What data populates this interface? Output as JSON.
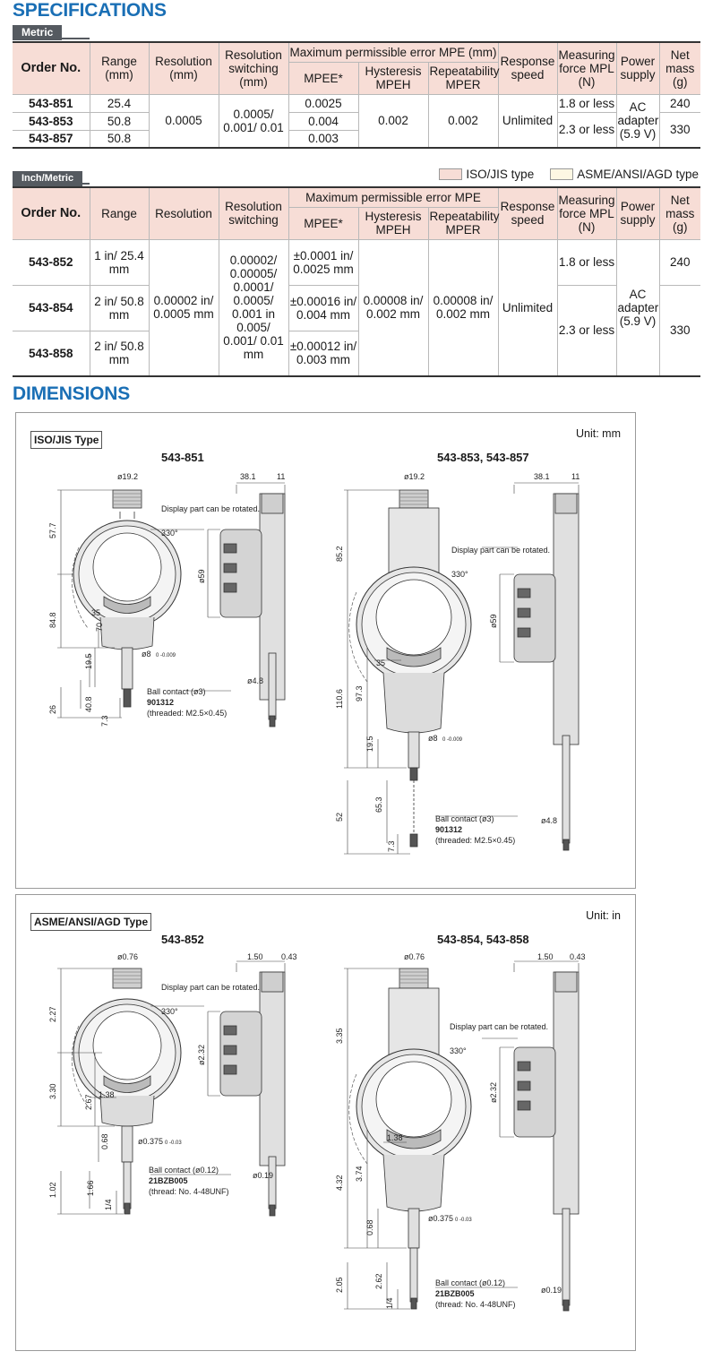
{
  "headings": {
    "specifications": "SPECIFICATIONS",
    "dimensions": "DIMENSIONS"
  },
  "tags": {
    "metric": "Metric",
    "inch_metric": "Inch/Metric"
  },
  "legend": {
    "iso": "ISO/JIS type",
    "asme": "ASME/ANSI/AGD type",
    "iso_color": "#f7ddd6",
    "asme_color": "#fdf7e3"
  },
  "table_headers": {
    "order_no": "Order No.",
    "range_mm": "Range (mm)",
    "range": "Range",
    "resolution_mm": "Resolution (mm)",
    "resolution": "Resolution",
    "res_switch_mm": "Resolution switching (mm)",
    "res_switch": "Resolution switching",
    "mpe_mm": "Maximum permissible error MPE (mm)",
    "mpe": "Maximum permissible error MPE",
    "mpee": "MPEE*",
    "hysteresis": "Hysteresis MPEH",
    "repeatability": "Repeatability MPER",
    "response": "Response speed",
    "force": "Measuring force MPL (N)",
    "power": "Power supply",
    "mass": "Net mass (g)"
  },
  "metric_rows": [
    {
      "order": "543-851",
      "range": "25.4",
      "mpee": "0.0025",
      "force": "1.8 or less",
      "mass": "240"
    },
    {
      "order": "543-853",
      "range": "50.8",
      "mpee": "0.004"
    },
    {
      "order": "543-857",
      "range": "50.8",
      "mpee": "0.003"
    }
  ],
  "metric_shared": {
    "resolution": "0.0005",
    "res_switch": "0.0005/ 0.001/ 0.01",
    "hysteresis": "0.002",
    "repeatability": "0.002",
    "response": "Unlimited",
    "force_2": "2.3 or less",
    "power": "AC adapter (5.9 V)",
    "mass_2": "330"
  },
  "inch_rows": [
    {
      "order": "543-852",
      "range": "1 in/ 25.4 mm",
      "mpee": "±0.0001 in/ 0.0025 mm",
      "force": "1.8 or less",
      "mass": "240"
    },
    {
      "order": "543-854",
      "range": "2 in/ 50.8 mm",
      "mpee": "±0.00016 in/ 0.004 mm"
    },
    {
      "order": "543-858",
      "range": "2 in/ 50.8 mm",
      "mpee": "±0.00012 in/ 0.003 mm"
    }
  ],
  "inch_shared": {
    "resolution": "0.00002 in/ 0.0005 mm",
    "res_switch": "0.00002/ 0.00005/ 0.0001/ 0.0005/ 0.001 in 0.005/ 0.001/ 0.01 mm",
    "hysteresis": "0.00008 in/ 0.002 mm",
    "repeatability": "0.00008 in/ 0.002 mm",
    "response": "Unlimited",
    "force_2": "2.3 or less",
    "power": "AC adapter (5.9 V)",
    "mass_2": "330"
  },
  "panels": {
    "iso": {
      "type_label": "ISO/JIS Type",
      "unit": "Unit: mm",
      "model_a": "543-851",
      "model_b": "543-853, 543-857",
      "dim_a": {
        "top_dia": "ø19.2",
        "h_top": "57.7",
        "h_total": "84.8",
        "dial_r": "70",
        "dia_35": "35",
        "h_19": "19.5",
        "stem": "ø8",
        "stem_tol": "0 -0.009",
        "h_40": "40.8",
        "h_26": "26",
        "h_7": "7.3",
        "side_w": "38.1",
        "side_t": "11",
        "side_dia": "ø59",
        "tip_dia": "ø4.8"
      },
      "dim_b": {
        "top_dia": "ø19.2",
        "h_top": "85.2",
        "h_total": "110.6",
        "h_97": "97.3",
        "dia_35": "35",
        "h_19": "19.5",
        "stem": "ø8",
        "stem_tol": "0 -0.009",
        "h_65": "65.3",
        "h_52": "52",
        "h_7": "7.3",
        "side_w": "38.1",
        "side_t": "11",
        "side_dia": "ø59",
        "tip_dia": "ø4.8"
      },
      "display_note": "Display part can be rotated.",
      "angle": "330°",
      "ball": "Ball contact (ø3)",
      "part_no": "901312",
      "thread": "(threaded: M2.5×0.45)"
    },
    "asme": {
      "type_label": "ASME/ANSI/AGD Type",
      "unit": "Unit: in",
      "model_a": "543-852",
      "model_b": "543-854, 543-858",
      "dim_a": {
        "top_dia": "ø0.76",
        "h_top": "2.27",
        "h_total": "3.30",
        "h_267": "2.67",
        "dia_138": "1.38",
        "h_068": "0.68",
        "stem": "ø0.375",
        "stem_tol": "0 -0.03",
        "h_166": "1.66",
        "h_102": "1.02",
        "h_14": "1/4",
        "side_w": "1.50",
        "side_t": "0.43",
        "side_dia": "ø2.32",
        "tip_dia": "ø0.19"
      },
      "dim_b": {
        "top_dia": "ø0.76",
        "h_top": "3.35",
        "h_total": "4.32",
        "h_374": "3.74",
        "dia_138": "1.38",
        "h_068": "0.68",
        "stem": "ø0.375",
        "stem_tol": "0 -0.03",
        "h_262": "2.62",
        "h_205": "2.05",
        "h_14": "1/4",
        "side_w": "1.50",
        "side_t": "0.43",
        "side_dia": "ø2.32",
        "tip_dia": "ø0.19"
      },
      "display_note": "Display part can be rotated.",
      "angle": "330°",
      "ball": "Ball contact (ø0.12)",
      "part_no": "21BZB005",
      "thread": "(thread: No. 4-48UNF)"
    }
  }
}
